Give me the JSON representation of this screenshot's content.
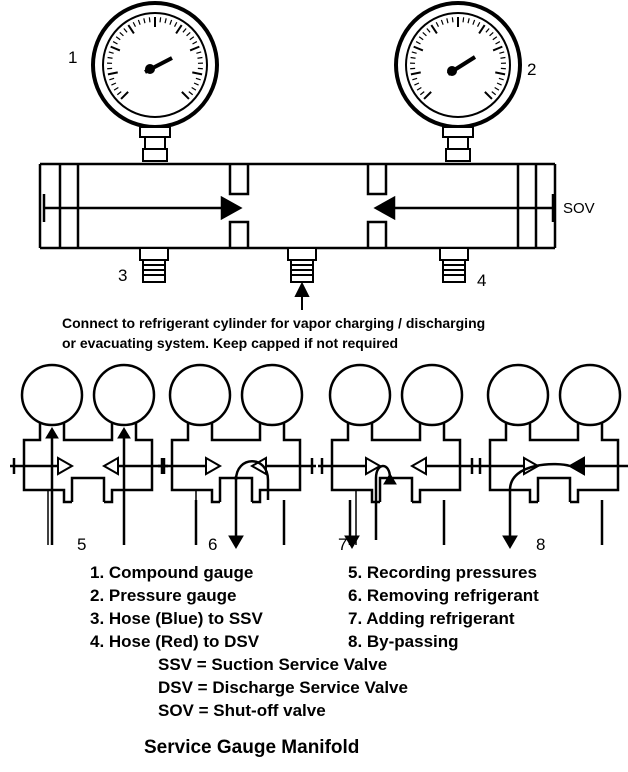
{
  "labels": {
    "gauge_1": "1",
    "gauge_2": "2",
    "hose_3": "3",
    "hose_4": "4",
    "sov": "SOV"
  },
  "note": {
    "line1": "Connect to refrigerant cylinder for vapor charging / discharging",
    "line2": "or evacuating system. Keep capped if not required"
  },
  "modes": {
    "m5": "5",
    "m6": "6",
    "m7": "7",
    "m8": "8"
  },
  "legend": {
    "left": [
      "1. Compound gauge",
      "2. Pressure gauge",
      "3. Hose (Blue) to SSV",
      "4. Hose (Red) to DSV"
    ],
    "right": [
      "5. Recording pressures",
      "6. Removing refrigerant",
      "7. Adding refrigerant",
      "8. By-passing"
    ],
    "abbreviations": [
      "SSV = Suction Service Valve",
      "DSV = Discharge Service Valve",
      "SOV = Shut-off valve"
    ]
  },
  "title": "Service Gauge Manifold"
}
